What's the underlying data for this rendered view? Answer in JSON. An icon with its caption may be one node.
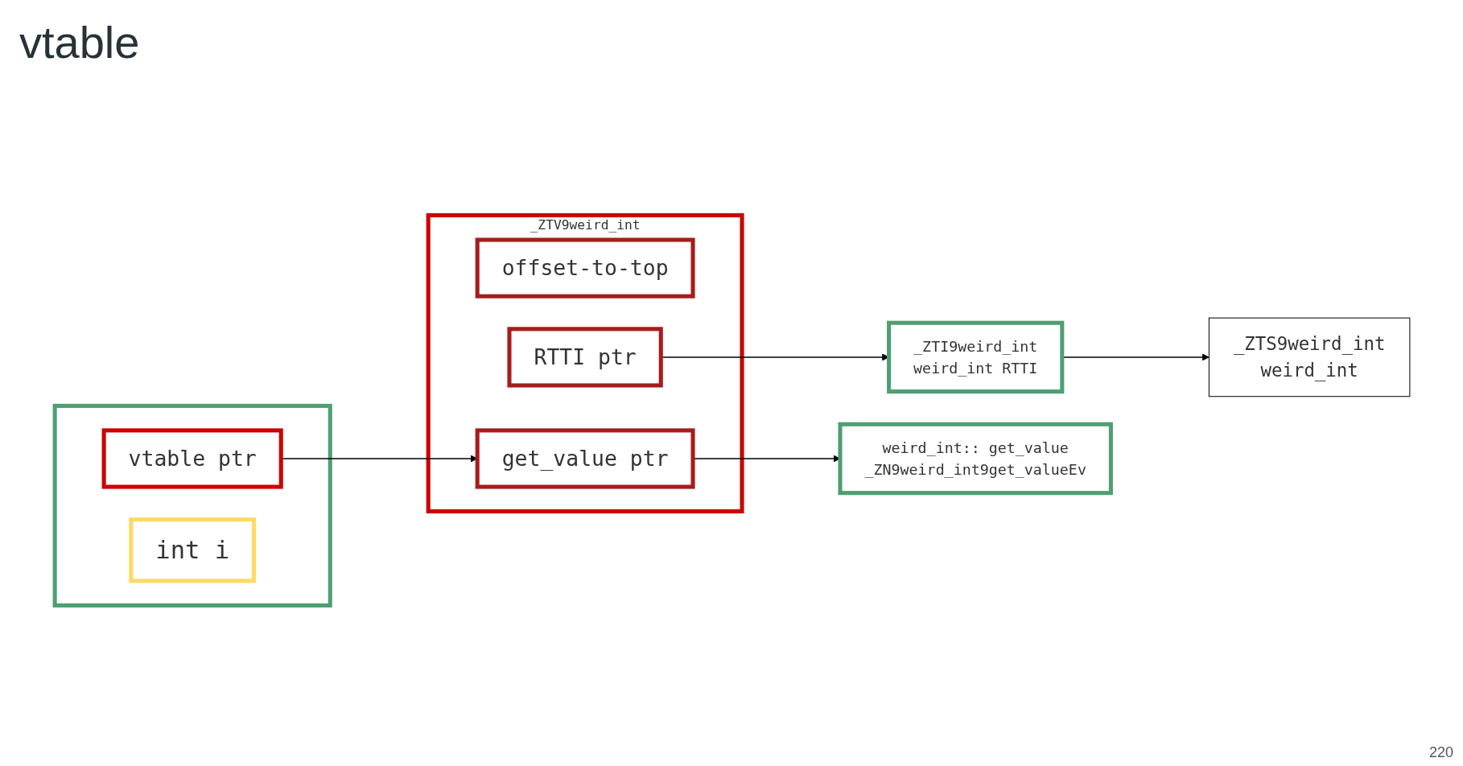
{
  "diagram": {
    "title": "vtable",
    "nodes": [
      {
        "text": [],
        "shape": "box"
      },
      {
        "text": [
          "vtable ptr"
        ],
        "in": 0
      },
      {
        "text": [
          "int i"
        ],
        "in": 0
      },
      {
        "text": [
          "_ZTV9weird_int"
        ]
      },
      {
        "text": [
          "offset-to-top"
        ],
        "in": 3
      },
      {
        "text": [
          "RTTI ptr"
        ],
        "in": 3
      },
      {
        "text": [
          "get_value ptr"
        ],
        "in": 3
      },
      {
        "text": [
          "_ZTS9weird_int",
          "weird_int"
        ]
      },
      {
        "text": [
          "_ZTI9weird_int",
          "weird_int RTTI"
        ]
      },
      {
        "text": [
          "weird_int:: get_value",
          "_ZN9weird_int9get_valueEv"
        ]
      }
    ],
    "edges": [
      {
        "from": 1,
        "to": 6,
        "arrow": "to"
      },
      {
        "from": 5,
        "to": 8,
        "arrow": "to"
      },
      {
        "from": 6,
        "to": 9,
        "arrow": "to"
      },
      {
        "from": 8,
        "to": 7,
        "arrow": "to"
      }
    ],
    "labels": [
      "220"
    ]
  }
}
